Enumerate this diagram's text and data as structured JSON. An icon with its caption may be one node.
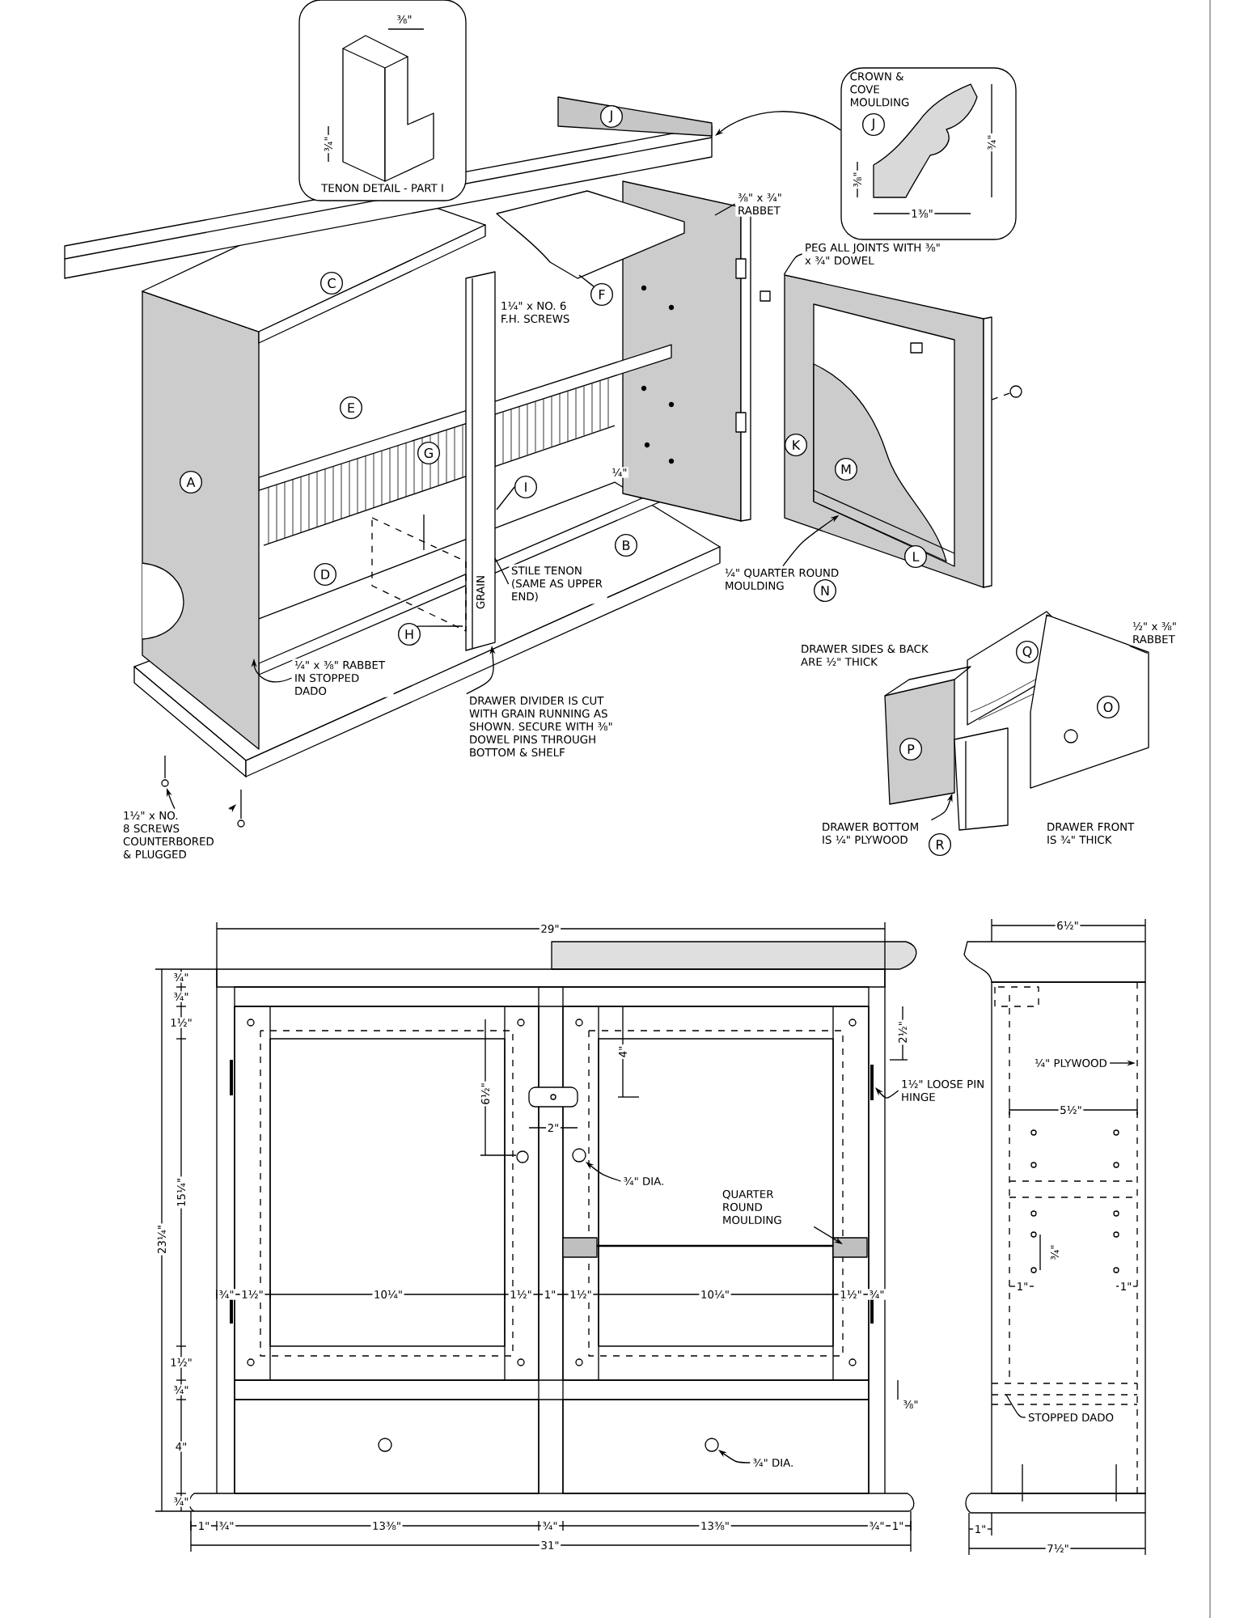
{
  "diagram": {
    "nodes": [
      {
        "text": [
          "TENON DETAIL - PART I"
        ]
      },
      {
        "text": [
          "CROWN & COVE MOULDING"
        ]
      },
      {
        "text": [
          "J"
        ],
        "in": 1
      },
      {
        "text": [
          "J"
        ]
      },
      {
        "text": [
          "⅜\" x ¾\" RABBET"
        ]
      },
      {
        "text": [
          "C"
        ]
      },
      {
        "text": [
          "F"
        ]
      },
      {
        "text": [
          "PEG ALL JOINTS WITH ⅜\" x ¾\" DOWEL"
        ]
      },
      {
        "text": [
          "E"
        ]
      },
      {
        "text": [
          "K"
        ],
        "in": 36
      },
      {
        "text": [
          "G"
        ]
      },
      {
        "text": [
          "M"
        ],
        "in": 36
      },
      {
        "text": [
          "A"
        ]
      },
      {
        "text": [
          "I"
        ]
      },
      {
        "text": [
          "L"
        ],
        "in": 36
      },
      {
        "text": [
          "B"
        ]
      },
      {
        "text": [
          "D"
        ]
      },
      {
        "text": [
          "STILE TENON (SAME AS UPPER END)"
        ]
      },
      {
        "text": [
          "¼\" QUARTER ROUND MOULDING"
        ]
      },
      {
        "text": [
          "N"
        ]
      },
      {
        "text": [
          "H"
        ]
      },
      {
        "text": [
          "DRAWER DIVIDER IS CUT WITH GRAIN RUNNING AS SHOWN. SECURE WITH ⅜\" DOWEL PINS THROUGH BOTTOM & SHELF"
        ]
      },
      {
        "text": [
          "¼\" x ⅜\" RABBET IN STOPPED DADO"
        ]
      },
      {
        "text": [
          "Q"
        ],
        "in": 37
      },
      {
        "text": [
          "½\" x ⅜\" RABBET"
        ]
      },
      {
        "text": [
          "O"
        ],
        "in": 37
      },
      {
        "text": [
          "P"
        ],
        "in": 37
      },
      {
        "text": [
          "1½\" x NO. 8 SCREWS COUNTERBORED & PLUGGED"
        ]
      },
      {
        "text": [
          "DRAWER BOTTOM IS ¼\" PLYWOOD"
        ]
      },
      {
        "text": [
          "R"
        ]
      },
      {
        "text": [
          "1½\" LOOSE PIN HINGE"
        ]
      },
      {
        "text": [
          "¾\" DIA."
        ]
      },
      {
        "text": [
          "QUARTER ROUND MOULDING"
        ]
      },
      {
        "text": [
          "¾\" DIA."
        ]
      },
      {
        "text": [
          "¼\" PLYWOOD"
        ]
      },
      {
        "text": [
          "STOPPED DADO"
        ]
      },
      {
        "text": [],
        "shape": "picture"
      },
      {
        "text": [],
        "shape": "picture"
      }
    ],
    "edges": [
      {
        "from": 1,
        "to": null,
        "arrow": "to"
      },
      {
        "from": 4,
        "to": null,
        "arrow": "none"
      },
      {
        "from": 6,
        "to": null,
        "arrow": "none"
      },
      {
        "from": 7,
        "to": 36,
        "arrow": "none"
      },
      {
        "from": 13,
        "to": null,
        "arrow": "none"
      },
      {
        "from": 17,
        "to": null,
        "arrow": "none"
      },
      {
        "from": 18,
        "to": 36,
        "arrow": "to"
      },
      {
        "from": 20,
        "to": null,
        "arrow": "none"
      },
      {
        "from": 21,
        "to": null,
        "arrow": "to"
      },
      {
        "from": 22,
        "to": null,
        "arrow": "to"
      },
      {
        "from": 24,
        "to": 37,
        "arrow": "none"
      },
      {
        "from": 27,
        "to": null,
        "arrow": "to"
      },
      {
        "from": 27,
        "to": null,
        "arrow": "to"
      },
      {
        "from": 28,
        "to": 37,
        "arrow": "to"
      },
      {
        "from": 30,
        "to": null,
        "arrow": "to"
      },
      {
        "from": 31,
        "to": null,
        "arrow": "to"
      },
      {
        "from": 32,
        "to": null,
        "arrow": "to"
      },
      {
        "from": 33,
        "to": null,
        "arrow": "to"
      },
      {
        "from": 34,
        "to": null,
        "arrow": "to"
      },
      {
        "from": 35,
        "to": null,
        "arrow": "none"
      }
    ],
    "labels": [
      "⅜\"",
      "¾\"",
      "¾\"",
      "⅜\"",
      "1⅜\"",
      "1¼\" x NO. 6 F.H. SCREWS",
      "¼\"",
      "GRAIN",
      "DRAWER SIDES & BACK ARE ½\" THICK",
      "DRAWER FRONT IS ¾\" THICK",
      "29\"",
      "6½\"",
      "¾\"",
      "¾\"",
      "1½\"",
      "15¼\"",
      "23¼\"",
      "1½\"",
      "¾\"",
      "4\"",
      "¾\"",
      "6½\"",
      "2\"",
      "4\"",
      "2½\"",
      "¾\"",
      "1½\"",
      "10¼\"",
      "1½\"",
      "1\"",
      "1½\"",
      "10¼\"",
      "1½\"",
      "¾\"",
      "⅜\"",
      "1\"",
      "¾\"",
      "13⅜\"",
      "¾\"",
      "13⅜\"",
      "¾\"",
      "1\"",
      "31\"",
      "5½\"",
      "¾\"",
      "1\"",
      "1\"",
      "1\"",
      "7½\""
    ]
  }
}
